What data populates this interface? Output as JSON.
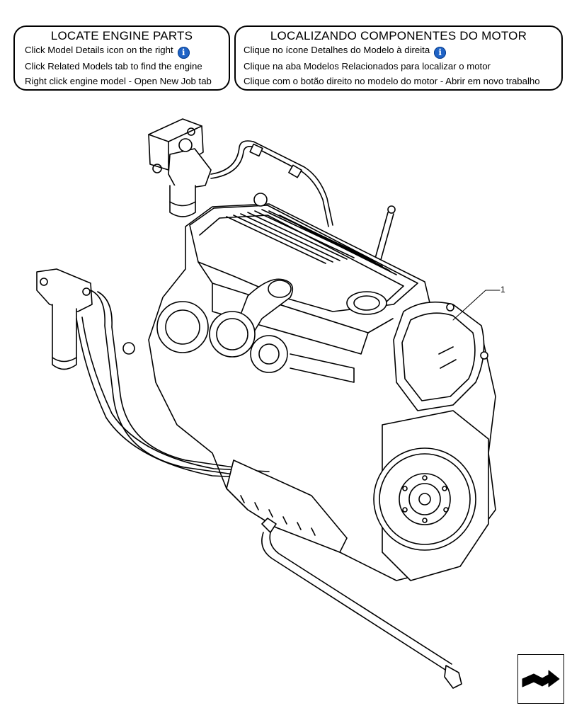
{
  "panels": {
    "english": {
      "title": "LOCATE ENGINE PARTS",
      "lines": [
        "Click Model Details icon on the right",
        "Click Related Models tab to find the engine",
        "Right click engine model - Open New Job tab"
      ]
    },
    "portuguese": {
      "title": "LOCALIZANDO COMPONENTES DO MOTOR",
      "lines": [
        "Clique no ícone Detalhes do Modelo à direita",
        "Clique na aba Modelos Relacionados para localizar o motor",
        "Clique com o botão direito no modelo do motor - Abrir em novo trabalho"
      ]
    },
    "info_icon_glyph": "i",
    "info_icon_color": "#1f63c6"
  },
  "diagram": {
    "callout_label": "1"
  },
  "navigation": {
    "icon": "return-arrow-icon"
  }
}
